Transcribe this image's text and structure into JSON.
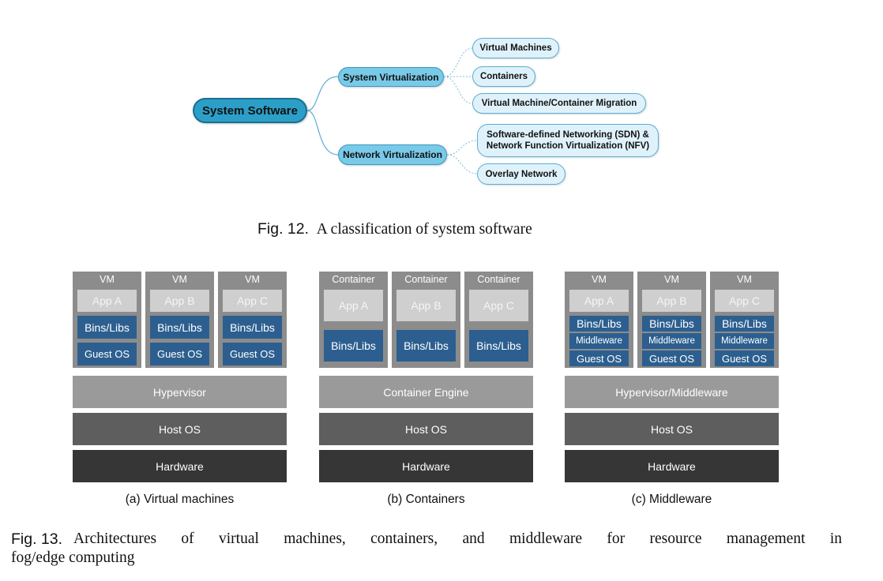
{
  "fig12": {
    "root": "System Software",
    "system_virtualization": {
      "label": "System Virtualization",
      "children": [
        "Virtual Machines",
        "Containers",
        "Virtual Machine/Container Migration"
      ]
    },
    "network_virtualization": {
      "label": "Network Virtualization",
      "children": [
        "Software-defined Networking (SDN) &",
        "Network Function Virtualization (NFV)",
        "Overlay Network"
      ]
    },
    "caption_label": "Fig. 12.",
    "caption_text": "A classification of system software"
  },
  "fig13": {
    "vm": {
      "units": [
        {
          "title": "VM",
          "app": "App A",
          "bins": "Bins/Libs",
          "os": "Guest OS"
        },
        {
          "title": "VM",
          "app": "App B",
          "bins": "Bins/Libs",
          "os": "Guest OS"
        },
        {
          "title": "VM",
          "app": "App C",
          "bins": "Bins/Libs",
          "os": "Guest OS"
        }
      ],
      "layer1": "Hypervisor",
      "layer2": "Host OS",
      "layer3": "Hardware",
      "caption": "(a) Virtual machines"
    },
    "containers": {
      "units": [
        {
          "title": "Container",
          "app": "App A",
          "bins": "Bins/Libs"
        },
        {
          "title": "Container",
          "app": "App B",
          "bins": "Bins/Libs"
        },
        {
          "title": "Container",
          "app": "App C",
          "bins": "Bins/Libs"
        }
      ],
      "layer1": "Container Engine",
      "layer2": "Host OS",
      "layer3": "Hardware",
      "caption": "(b) Containers"
    },
    "middleware": {
      "units": [
        {
          "title": "VM",
          "app": "App A",
          "bins": "Bins/Libs",
          "mw": "Middleware",
          "os": "Guest OS"
        },
        {
          "title": "VM",
          "app": "App B",
          "bins": "Bins/Libs",
          "mw": "Middleware",
          "os": "Guest OS"
        },
        {
          "title": "VM",
          "app": "App C",
          "bins": "Bins/Libs",
          "mw": "Middleware",
          "os": "Guest OS"
        }
      ],
      "layer1": "Hypervisor/Middleware",
      "layer2": "Host OS",
      "layer3": "Hardware",
      "caption": "(c) Middleware"
    },
    "caption_label": "Fig. 13.",
    "caption_line1": "Architectures of virtual machines, containers, and middleware for resource management in",
    "caption_line2": "fog/edge computing"
  }
}
